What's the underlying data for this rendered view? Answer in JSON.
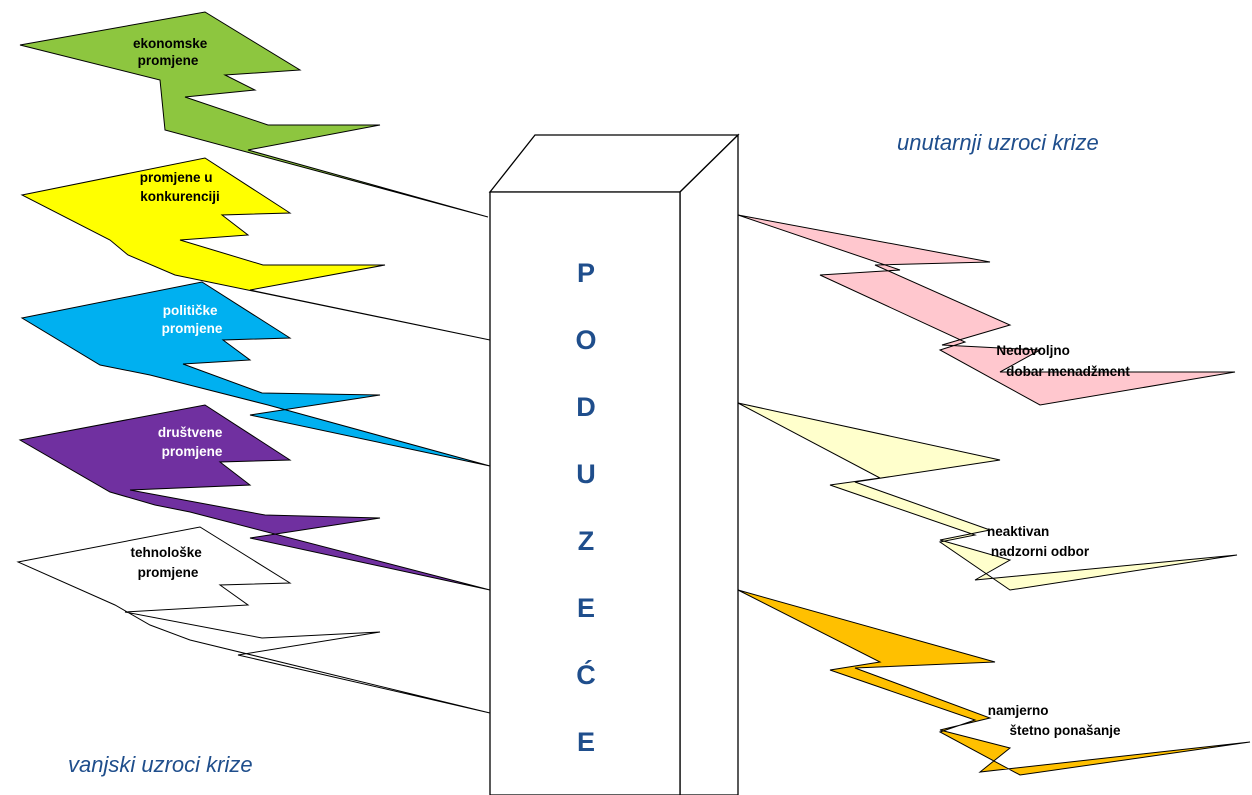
{
  "labels": {
    "external": "vanjski uzroci krize",
    "internal": "unutarnji uzroci krize"
  },
  "pillar": {
    "letters": [
      "P",
      "O",
      "D",
      "U",
      "Z",
      "E",
      "Ć",
      "E"
    ],
    "letter_color": "#1f4e8c"
  },
  "external_causes": [
    {
      "lines": [
        "ekonomske",
        "promjene"
      ],
      "fill": "#8dc63f",
      "text_color": "#000000"
    },
    {
      "lines": [
        "promjene u",
        "konkurenciji"
      ],
      "fill": "#ffff00",
      "text_color": "#000000"
    },
    {
      "lines": [
        "političke",
        "promjene"
      ],
      "fill": "#00b0f0",
      "text_color": "#ffffff"
    },
    {
      "lines": [
        "društvene",
        "promjene"
      ],
      "fill": "#7030a0",
      "text_color": "#ffffff"
    },
    {
      "lines": [
        "tehnološke",
        "promjene"
      ],
      "fill": "#ffffff",
      "text_color": "#000000"
    }
  ],
  "internal_causes": [
    {
      "lines": [
        "Nedovoljno",
        "dobar menadžment"
      ],
      "fill": "#ffc7ce",
      "text_color": "#000000"
    },
    {
      "lines": [
        "neaktivan",
        "nadzorni odbor"
      ],
      "fill": "#ffffcc",
      "text_color": "#000000"
    },
    {
      "lines": [
        "namjerno",
        "štetno ponašanje"
      ],
      "fill": "#ffc000",
      "text_color": "#000000"
    }
  ]
}
